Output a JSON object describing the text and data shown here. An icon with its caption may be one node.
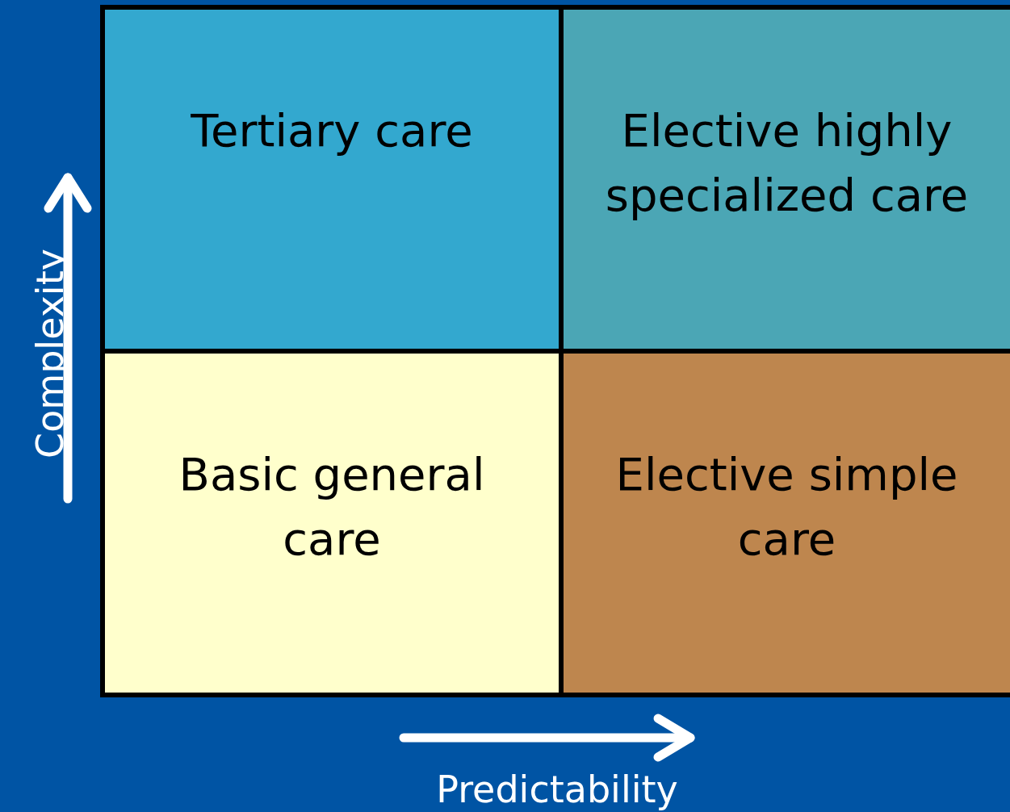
{
  "diagram": {
    "nodes": [
      {
        "text": [
          "Tertiary care"
        ]
      },
      {
        "text": [
          "Elective highly specialized care"
        ]
      },
      {
        "text": [
          "Basic general care"
        ]
      },
      {
        "text": [
          "Elective simple care"
        ]
      }
    ],
    "labels": [
      "Complexity",
      "Predictability"
    ]
  }
}
